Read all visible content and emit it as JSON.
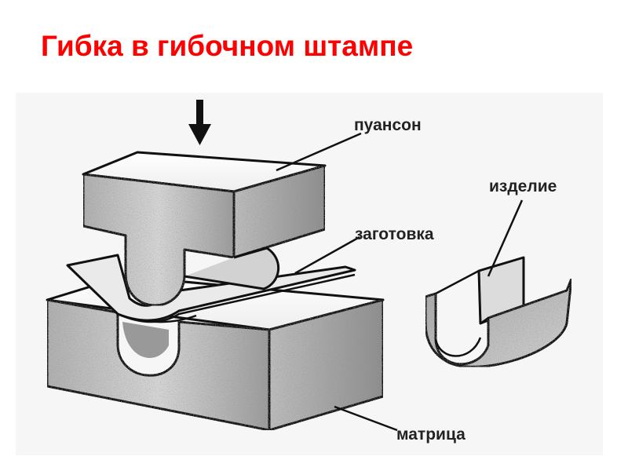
{
  "title": "Гибка в гибочном штампе",
  "labels": {
    "punch": "пуансон",
    "product": "изделие",
    "blank": "заготовка",
    "die": "матрица"
  },
  "colors": {
    "title": "#ff0000",
    "line": "#111111",
    "paper": "#f4f4f4"
  }
}
